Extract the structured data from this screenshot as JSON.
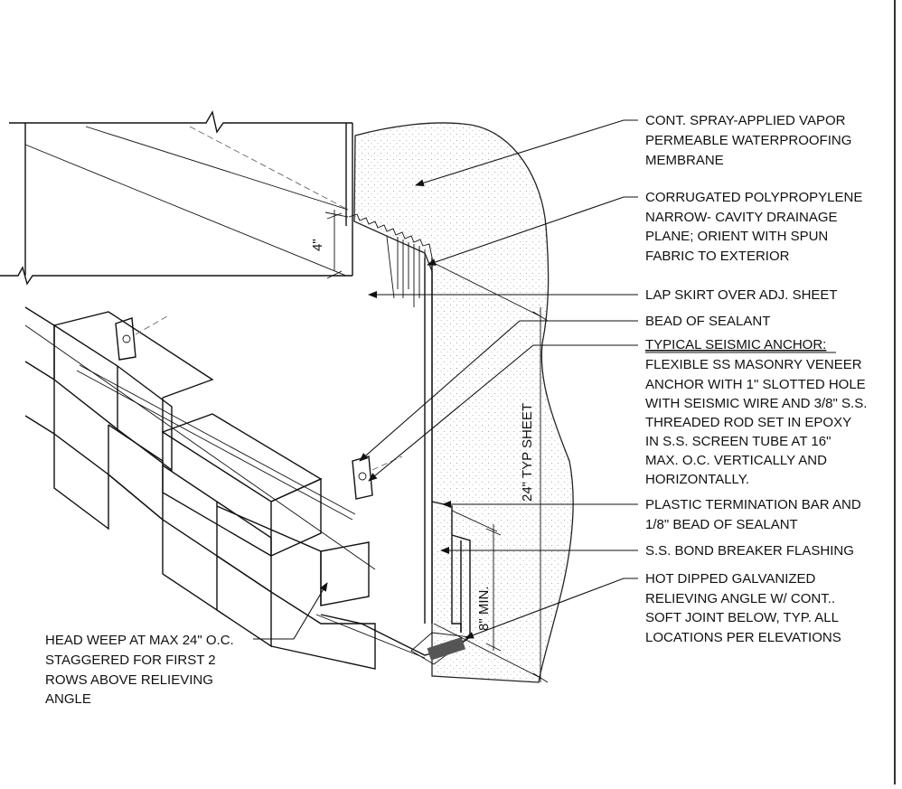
{
  "callouts": {
    "membrane": [
      "CONT. SPRAY-APPLIED VAPOR",
      "PERMEABLE WATERPROOFING",
      "MEMBRANE"
    ],
    "drainage": [
      "CORRUGATED POLYPROPYLENE",
      "NARROW- CAVITY DRAINAGE",
      "PLANE; ORIENT WITH SPUN",
      "FABRIC TO EXTERIOR"
    ],
    "lap_skirt": [
      "LAP SKIRT OVER ADJ. SHEET"
    ],
    "sealant_bead": [
      "BEAD OF SEALANT"
    ],
    "seismic_title": "TYPICAL SEISMIC ANCHOR:",
    "seismic_body": [
      "FLEXIBLE SS MASONRY VENEER",
      "ANCHOR WITH 1\" SLOTTED HOLE",
      "WITH SEISMIC WIRE AND 3/8\" S.S.",
      "THREADED ROD SET IN EPOXY",
      "IN S.S. SCREEN TUBE AT 16\"",
      "MAX. O.C. VERTICALLY AND",
      "HORIZONTALLY."
    ],
    "termination_bar": [
      "PLASTIC TERMINATION BAR AND",
      "1/8\" BEAD OF SEALANT"
    ],
    "bond_breaker": [
      "S.S. BOND BREAKER FLASHING"
    ],
    "relieving_angle": [
      "HOT DIPPED GALVANIZED",
      "RELIEVING ANGLE W/ CONT..",
      "SOFT JOINT BELOW, TYP. ALL",
      "LOCATIONS PER ELEVATIONS"
    ],
    "head_weep": [
      "HEAD WEEP AT MAX 24\" O.C.",
      "STAGGERED FOR FIRST 2",
      "ROWS ABOVE RELIEVING",
      "ANGLE"
    ]
  },
  "dimensions": {
    "lap": "4\"",
    "sheet": "24\" TYP SHEET",
    "min_height": "8\" MIN."
  }
}
